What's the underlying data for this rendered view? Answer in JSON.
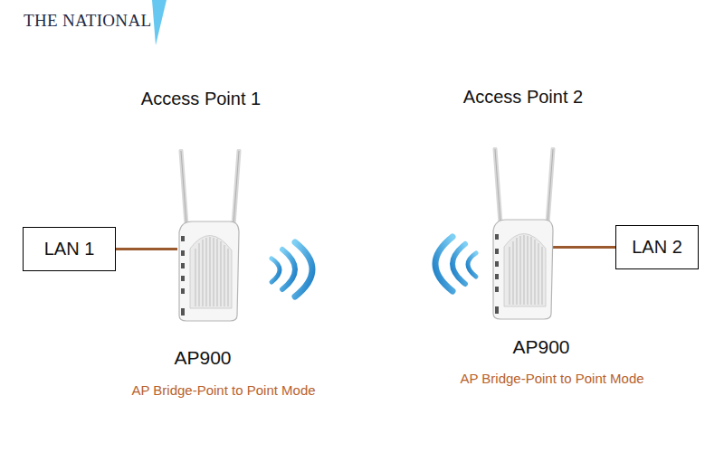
{
  "diagram": {
    "nodes": [
      {
        "text": [
          "LAN 1"
        ]
      },
      {
        "text": [
          "Access Point 1",
          "AP900",
          "AP Bridge-Point to Point Mode"
        ]
      },
      {
        "text": [
          "Access Point 2",
          "AP900",
          "AP Bridge-Point to Point Mode"
        ]
      },
      {
        "text": [
          "LAN 2"
        ]
      }
    ],
    "edges": [
      {
        "from": 0,
        "to": 1,
        "arrow": "none"
      },
      {
        "from": 3,
        "to": 2,
        "arrow": "none"
      }
    ],
    "labels": [
      "THE NATIONAL"
    ]
  }
}
